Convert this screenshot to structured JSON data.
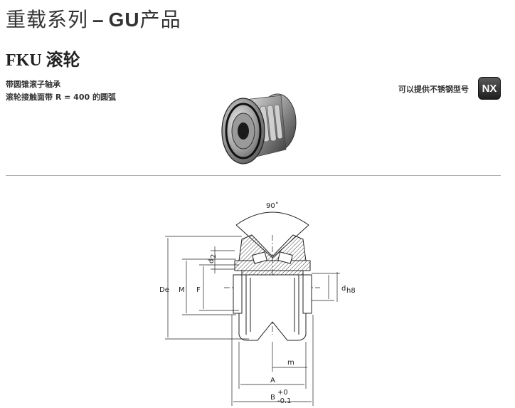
{
  "header": {
    "series_title_prefix": "重载系列",
    "series_title_dash": "–",
    "series_title_code": "GU",
    "series_title_suffix": "产品",
    "product_code": "FKU",
    "product_name": "滚轮"
  },
  "description": {
    "line1": "带圆锥滚子轴承",
    "line2": "滚轮接触面带 R = 400 的圆弧"
  },
  "stainless": {
    "note": "可以提供不锈钢型号",
    "badge": "NX"
  },
  "drawing": {
    "angle_label": "90˚",
    "labels": {
      "De": "De",
      "M": "M",
      "F": "F",
      "d2": "d",
      "d2_sub": "2",
      "d": "d",
      "d_sub": "h8",
      "m": "m",
      "A": "A",
      "B": "B",
      "B_tol_upper": "+0",
      "B_tol_lower": "-0.1"
    }
  }
}
